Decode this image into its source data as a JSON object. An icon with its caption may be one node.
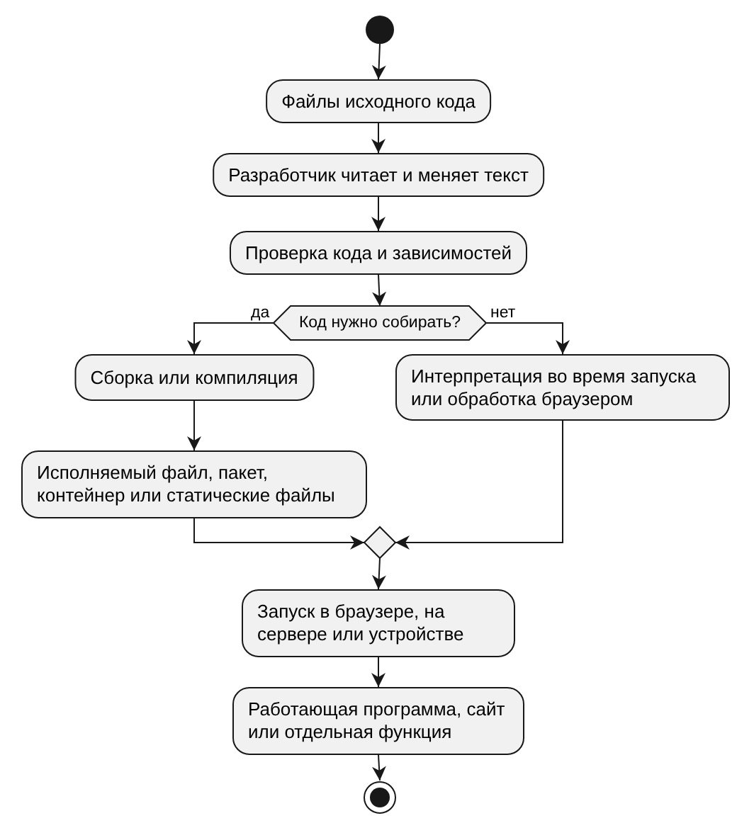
{
  "diagram": {
    "nodes": [
      {
        "text": [],
        "shape": "circle"
      },
      {
        "text": [
          "Файлы исходного кода"
        ]
      },
      {
        "text": [
          "Разработчик читает и меняет текст"
        ]
      },
      {
        "text": [
          "Проверка кода и зависимостей"
        ]
      },
      {
        "text": [
          "Код нужно собирать?"
        ]
      },
      {
        "text": [
          "Сборка или компиляция"
        ]
      },
      {
        "text": [
          "Исполняемый файл, пакет, контейнер или статические файлы"
        ]
      },
      {
        "text": [
          "Интерпретация во время запуска или обработка браузером"
        ]
      },
      {
        "text": [],
        "shape": "diamond"
      },
      {
        "text": [
          "Запуск в браузере, на сервере или устройстве"
        ]
      },
      {
        "text": [
          "Работающая программа, сайт или отдельная функция"
        ]
      },
      {
        "text": [],
        "shape": "circle"
      }
    ],
    "edges": [
      {
        "from": 0,
        "to": 1,
        "arrow": "to"
      },
      {
        "from": 1,
        "to": 2,
        "arrow": "to"
      },
      {
        "from": 2,
        "to": 3,
        "arrow": "to"
      },
      {
        "from": 3,
        "to": 4,
        "arrow": "to"
      },
      {
        "from": 4,
        "to": 5,
        "arrow": "to",
        "label": "да"
      },
      {
        "from": 4,
        "to": 7,
        "arrow": "to",
        "label": "нет"
      },
      {
        "from": 5,
        "to": 6,
        "arrow": "to"
      },
      {
        "from": 6,
        "to": 8,
        "arrow": "to"
      },
      {
        "from": 7,
        "to": 8,
        "arrow": "to"
      },
      {
        "from": 8,
        "to": 9,
        "arrow": "to"
      },
      {
        "from": 9,
        "to": 10,
        "arrow": "to"
      },
      {
        "from": 10,
        "to": 11,
        "arrow": "to"
      }
    ]
  }
}
